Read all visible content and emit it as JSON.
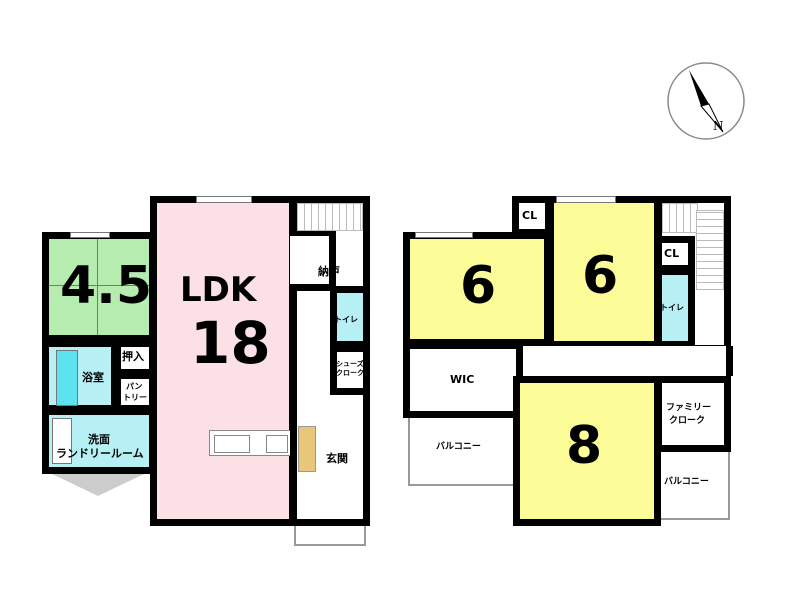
{
  "floor1": {
    "japanese_room": "4.5",
    "ldk_label": "LDK",
    "ldk_size": "18",
    "storage": "納戸",
    "toilet": "トイレ",
    "shoe_closet": [
      "シューズ",
      "クローク"
    ],
    "closet": "押入",
    "pantry": [
      "パン",
      "トリー"
    ],
    "bathroom": "浴室",
    "washroom": [
      "洗面",
      "ランドリールーム"
    ],
    "entrance": "玄関"
  },
  "floor2": {
    "bedroom_left": "6",
    "bedroom_middle": "6",
    "bedroom_large": "8",
    "closet_left": "CL",
    "closet_right": "CL",
    "toilet": "トイレ",
    "wic": "WIC",
    "family_closet": [
      "ファミリー",
      "クローク"
    ],
    "balcony_left": "バルコニー",
    "balcony_right": "バルコニー"
  },
  "compass": {
    "north": "N"
  },
  "colors": {
    "tatami": "#b7ecb0",
    "ldk": "#fbe1e6",
    "wet": "#b6f0f4",
    "bedroom": "#fbfb98"
  }
}
